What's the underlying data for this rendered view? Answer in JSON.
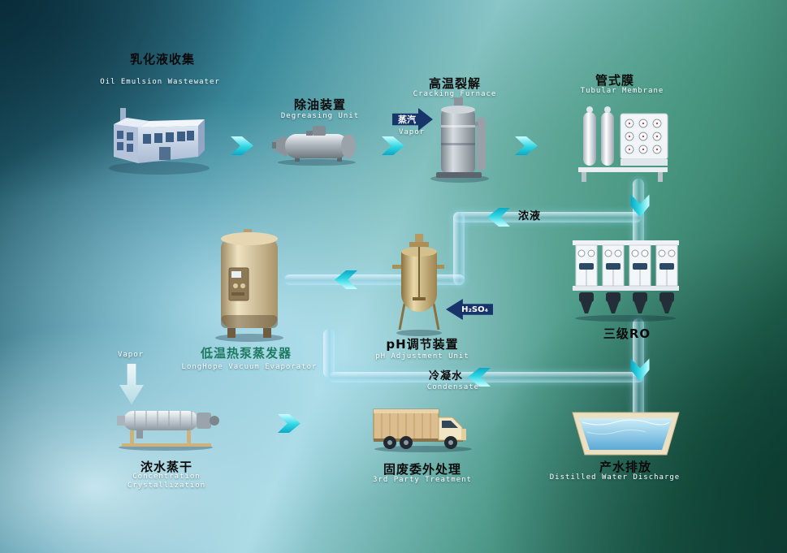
{
  "labels": {
    "collection": {
      "zh": "乳化液收集",
      "en": "Oil Emulsion Wastewater"
    },
    "degreasing": {
      "zh": "除油装置",
      "en": "Degreasing Unit"
    },
    "cracking": {
      "zh": "高温裂解",
      "en": "Cracking Furnace"
    },
    "membrane": {
      "zh": "管式膜",
      "en": "Tubular Membrane"
    },
    "ro": {
      "zh": "三级RO"
    },
    "ph": {
      "zh": "pH调节装置",
      "en": "pH Adjustment Unit"
    },
    "evaporator": {
      "zh": "低温热泵蒸发器",
      "en": "LongHope Vacuum Evaporator"
    },
    "crystallization": {
      "zh": "浓水蒸干",
      "en": "Concentration\nCrystallization"
    },
    "third_party": {
      "zh": "固废委外处理",
      "en": "3rd Party Treatment"
    },
    "discharge": {
      "zh": "产水排放",
      "en": "Distilled Water Discharge"
    }
  },
  "flows": {
    "steam": {
      "zh": "蒸汽",
      "en": "Vapor"
    },
    "acid": {
      "label": "H₂SO₄"
    },
    "concentrate": {
      "zh": "浓液"
    },
    "condensate": {
      "zh": "冷凝水",
      "en": "Condensate"
    },
    "vapor_out": {
      "en": "Vapor"
    }
  },
  "colors": {
    "chevron": "#30d6e4",
    "flow_arrow": "#17356b",
    "pipe": "#a8dcf2",
    "evaporator_label": "#1c7a60"
  }
}
